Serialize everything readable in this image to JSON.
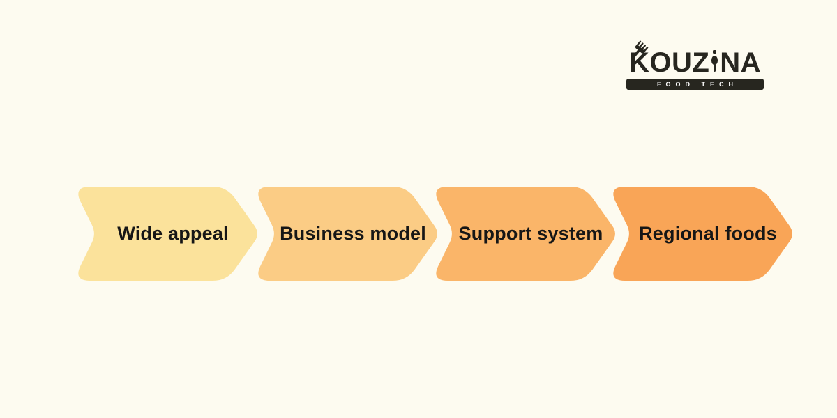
{
  "canvas": {
    "background_color": "#FDFBF0"
  },
  "logo": {
    "name": "KOUZINA",
    "word_left": "KOUZ",
    "word_right": "NA",
    "tagline": "FOOD TECH",
    "dark_color": "#27261F",
    "tagline_text_color": "#FFFFFF",
    "icons": [
      "fork-icon",
      "spoon-icon"
    ]
  },
  "chevron_flow": {
    "type": "process-arrow-steps",
    "direction": "left-to-right",
    "text_color": "#161616",
    "steps": [
      {
        "label": "Wide appeal",
        "color": "#FBE29B"
      },
      {
        "label": "Business model",
        "color": "#FBCC85"
      },
      {
        "label": "Support system",
        "color": "#FAB569"
      },
      {
        "label": "Regional foods",
        "color": "#F9A557"
      }
    ]
  }
}
